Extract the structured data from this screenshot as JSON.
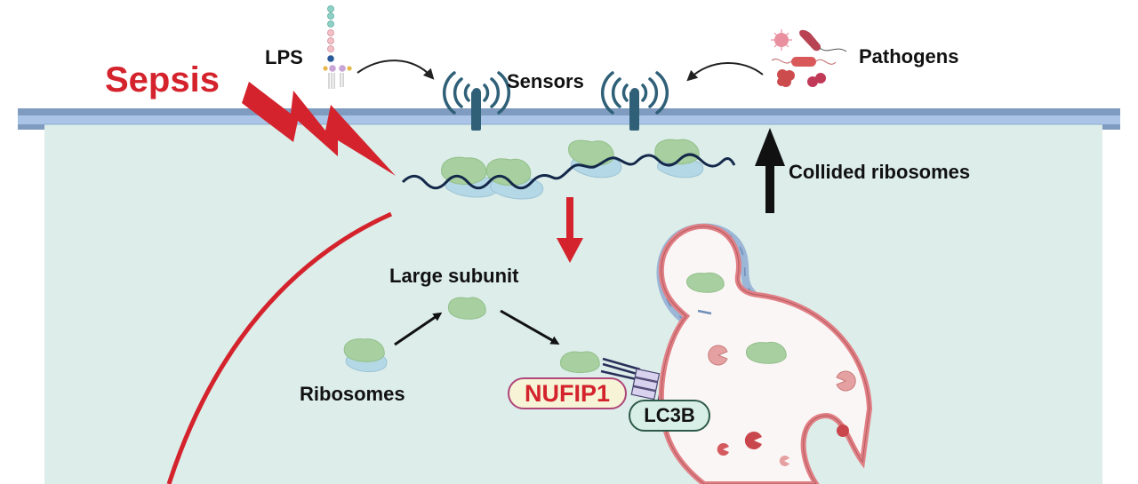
{
  "labels": {
    "sepsis": "Sepsis",
    "lps": "LPS",
    "sensors": "Sensors",
    "pathogens": "Pathogens",
    "collided_ribosomes": "Collided ribosomes",
    "large_subunit": "Large subunit",
    "ribosomes": "Ribosomes",
    "nufip1": "NUFIP1",
    "lc3b": "LC3B"
  },
  "colors": {
    "cytoplasm": "#dcedea",
    "membrane_dark": "#7f9bc0",
    "membrane_light": "#a9c4e6",
    "sepsis_red": "#d4232c",
    "large_subunit_green": "#a7cf9f",
    "small_subunit_blue": "#b4d8e6",
    "mrna": "#14284a",
    "autophagosome_pink": "#e07f84",
    "sensor_teal": "#2f6078",
    "nufip1_fill": "#f6f3d6",
    "nufip1_border": "#b0457a",
    "lc3b_fill": "#d7efe6",
    "lc3b_border": "#2e5a4a"
  },
  "icons": [
    "lightning-bolt-icon",
    "lps-molecule-icon",
    "sensor-antenna-icon",
    "pathogens-icon",
    "ribosome-icon",
    "large-subunit-icon",
    "lysosome-enzyme-icon",
    "autophagosome-icon"
  ]
}
